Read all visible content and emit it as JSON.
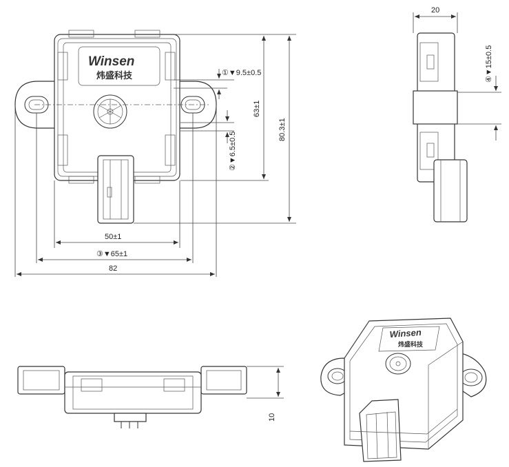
{
  "brand": {
    "name": "Winsen",
    "chinese_name": "炜盛科技"
  },
  "dimensions": {
    "top_width": "20",
    "side_offset": "④▼15±0.5",
    "port_offset": "①▼9.5±0.5",
    "mount_pitch": "63±1",
    "total_height": "80.3±1",
    "mount_offset": "②▼6.5±0.5",
    "body_width": "50±1",
    "hole_spacing": "③▼65±1",
    "total_width": "82",
    "thickness": "10"
  }
}
